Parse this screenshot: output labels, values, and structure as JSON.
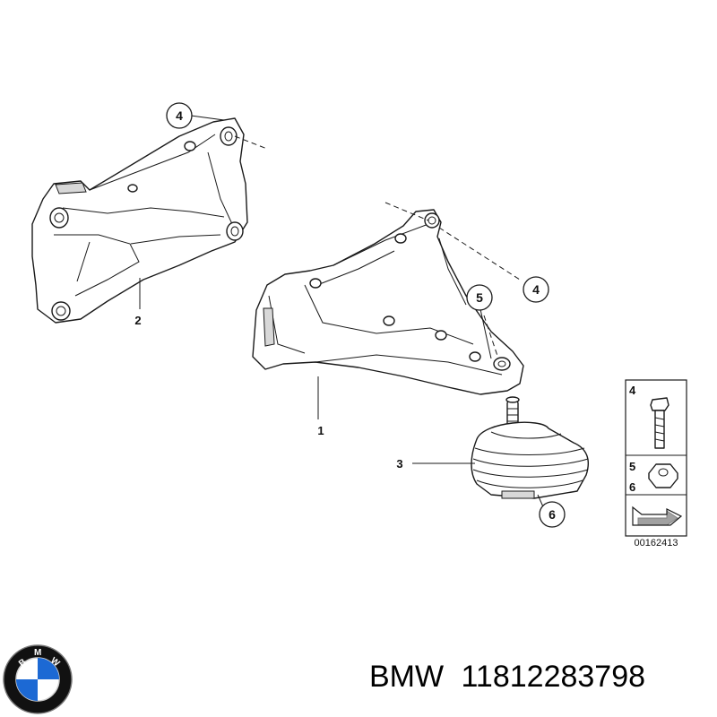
{
  "diagram": {
    "callouts": [
      {
        "id": "c4a",
        "text": "4"
      },
      {
        "id": "c2",
        "text": "2"
      },
      {
        "id": "c5",
        "text": "5"
      },
      {
        "id": "c4b",
        "text": "4"
      },
      {
        "id": "c1",
        "text": "1"
      },
      {
        "id": "c3",
        "text": "3"
      },
      {
        "id": "c6",
        "text": "6"
      }
    ],
    "legend": {
      "items": [
        {
          "number": "4",
          "icon": "bolt-icon"
        },
        {
          "number": "5",
          "icon": "nut-icon"
        },
        {
          "number": "6",
          "icon": "nut-icon"
        }
      ],
      "arrow_icon": "direction-arrow-icon",
      "reference": "00162413"
    }
  },
  "footer": {
    "brand": "BMW",
    "part_number": "11812283798",
    "logo_icon": "bmw-logo-icon",
    "logo_letters": [
      "B",
      "M",
      "W"
    ]
  },
  "colors": {
    "line": "#1a1a1a",
    "logo_blue": "#1c69d4",
    "logo_ring": "#111111"
  }
}
